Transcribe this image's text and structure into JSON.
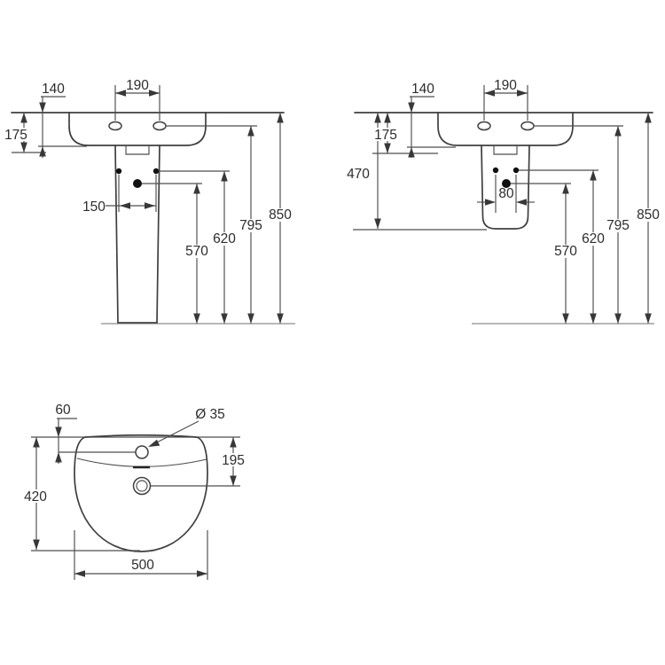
{
  "drawing": {
    "kind": "washbasin-dimension-drawing",
    "background": "#ffffff",
    "line_color": "#3f3f3f",
    "text_color": "#2d2d2d"
  },
  "views": {
    "front_full_pedestal": {
      "dims": {
        "offset_140": "140",
        "tap_spacing_190": "190",
        "depth_175": "175",
        "fixing_spacing_150": "150",
        "height_570": "570",
        "height_620": "620",
        "height_795": "795",
        "height_850": "850"
      }
    },
    "front_semi_pedestal": {
      "dims": {
        "offset_140": "140",
        "tap_spacing_190": "190",
        "depth_175": "175",
        "bracket_height_470": "470",
        "fixing_spacing_80": "80",
        "height_570": "570",
        "height_620": "620",
        "height_795": "795",
        "height_850": "850"
      }
    },
    "plan": {
      "dims": {
        "tap_offset_60": "60",
        "tap_hole_diameter": "Ø 35",
        "waste_offset_195": "195",
        "depth_420": "420",
        "width_500": "500"
      }
    }
  }
}
